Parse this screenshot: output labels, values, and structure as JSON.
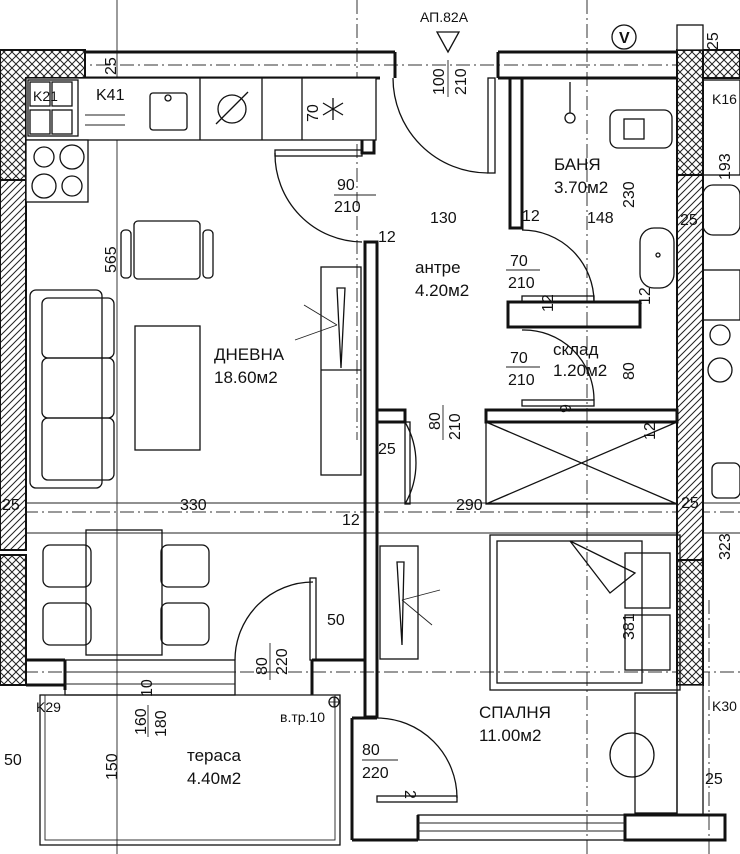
{
  "plan": {
    "apartment_label": "АП.82А",
    "entrance_door": {
      "width": "100",
      "height": "210"
    },
    "axis_marker": "V",
    "colors": {
      "line": "#111111",
      "background": "#ffffff",
      "hatch": "#222222"
    }
  },
  "rooms": [
    {
      "id": "living",
      "name": "ДНЕВНА",
      "area": "18.60м2"
    },
    {
      "id": "bathroom",
      "name": "БАНЯ",
      "area": "3.70м2"
    },
    {
      "id": "hall",
      "name": "антре",
      "area": "4.20м2"
    },
    {
      "id": "storage",
      "name": "склад",
      "area": "1.20м2"
    },
    {
      "id": "bedroom",
      "name": "СПАЛНЯ",
      "area": "11.00м2"
    },
    {
      "id": "terrace",
      "name": "тераса",
      "area": "4.40м2"
    }
  ],
  "doors": [
    {
      "id": "living-door",
      "width": "90",
      "height": "210"
    },
    {
      "id": "bath-door",
      "width": "70",
      "height": "210"
    },
    {
      "id": "storage-door",
      "width": "70",
      "height": "210"
    },
    {
      "id": "bedroom-hall-door",
      "width": "80",
      "height": "210"
    },
    {
      "id": "terrace-door",
      "width": "80",
      "height": "220"
    },
    {
      "id": "bedroom-door",
      "width": "80",
      "height": "220"
    },
    {
      "id": "terrace-window",
      "width": "160",
      "height": "180"
    }
  ],
  "dimensions": {
    "top_wall": "25",
    "kitchen_depth": "70",
    "living_height": "565",
    "living_width": "330",
    "hall_width": "130",
    "partition_12a": "12",
    "partition_12b": "12",
    "partition_12c": "12",
    "partition_12d": "12",
    "partition_12e": "12",
    "partition_12f": "12",
    "bath_width": "148",
    "bath_height": "230",
    "storage_height": "80",
    "storage_wall": "6",
    "wall_25_left": "25",
    "wall_25_right_top": "25",
    "wall_25_right_mid": "25",
    "wall_25_mid": "25",
    "wall_25_bottom_right": "25",
    "wall_25_terrace": "25",
    "bedroom_width": "290",
    "bedroom_height": "381",
    "terrace_niche": "50",
    "terrace_depth": "150",
    "terrace_offset": "50",
    "sill": "10",
    "bedroom_door_wall": "2",
    "neighbor_193": "193",
    "neighbor_323": "323"
  },
  "tags": {
    "k21": "K21",
    "k41": "K41",
    "k29": "K29",
    "k30": "K30",
    "k16": "K16",
    "drain": "в.тр.10"
  }
}
